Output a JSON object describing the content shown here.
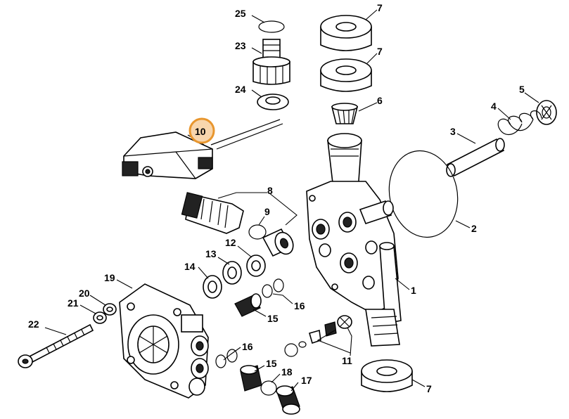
{
  "labels": {
    "l25": "25",
    "l23": "23",
    "l24": "24",
    "l7a": "7",
    "l7b": "7",
    "l7c": "7",
    "l6": "6",
    "l5": "5",
    "l4": "4",
    "l3": "3",
    "l2": "2",
    "l1": "1",
    "l10": "10",
    "l8": "8",
    "l9": "9",
    "l12": "12",
    "l13": "13",
    "l14": "14",
    "l19": "19",
    "l20": "20",
    "l21": "21",
    "l22": "22",
    "l16a": "16",
    "l16b": "16",
    "l15a": "15",
    "l15b": "15",
    "l11": "11",
    "l18": "18",
    "l17": "17"
  },
  "highlight_color": "#e8962e",
  "highlight_fill": "#f8d6ad"
}
